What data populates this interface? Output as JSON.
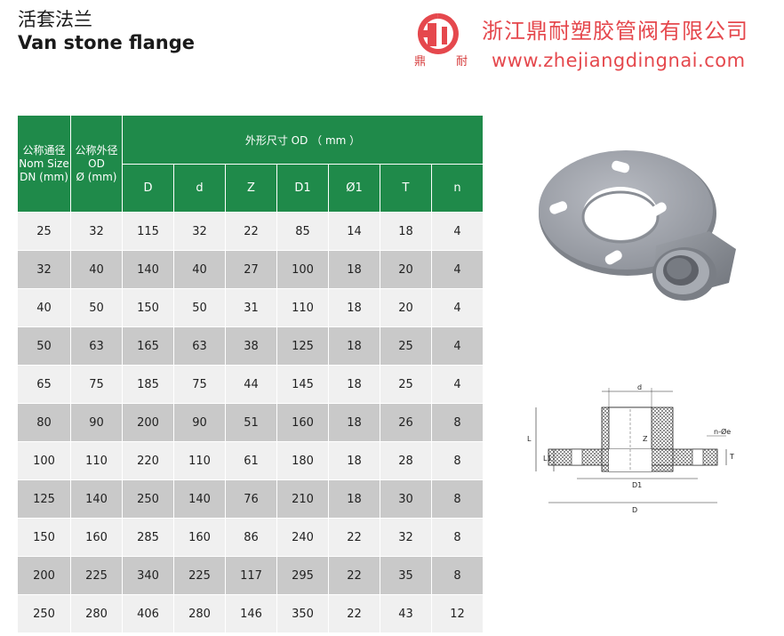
{
  "header": {
    "title_cn": "活套法兰",
    "title_en": "Van stone flange",
    "logo_char_1": "鼎",
    "logo_char_2": "耐",
    "company_cn": "浙江鼎耐塑胶管阀有限公司",
    "company_url": "www.zhejiangdingnai.com",
    "brand_color": "#e5484d"
  },
  "table": {
    "header_color": "#1f8a4a",
    "col1_cn": "公称通径",
    "col1_en_1": "Nom Size",
    "col1_en_2": "DN (mm)",
    "col2_cn": "公称外径",
    "col2_en_1": "OD",
    "col2_en_2": "Ø (mm)",
    "group_label": "外形尺寸 OD （ mm ）",
    "sub_columns": [
      "D",
      "d",
      "Z",
      "D1",
      "Ø1",
      "T",
      "n"
    ],
    "rows": [
      [
        "25",
        "32",
        "115",
        "32",
        "22",
        "85",
        "14",
        "18",
        "4"
      ],
      [
        "32",
        "40",
        "140",
        "40",
        "27",
        "100",
        "18",
        "20",
        "4"
      ],
      [
        "40",
        "50",
        "150",
        "50",
        "31",
        "110",
        "18",
        "20",
        "4"
      ],
      [
        "50",
        "63",
        "165",
        "63",
        "38",
        "125",
        "18",
        "25",
        "4"
      ],
      [
        "65",
        "75",
        "185",
        "75",
        "44",
        "145",
        "18",
        "25",
        "4"
      ],
      [
        "80",
        "90",
        "200",
        "90",
        "51",
        "160",
        "18",
        "26",
        "8"
      ],
      [
        "100",
        "110",
        "220",
        "110",
        "61",
        "180",
        "18",
        "28",
        "8"
      ],
      [
        "125",
        "140",
        "250",
        "140",
        "76",
        "210",
        "18",
        "30",
        "8"
      ],
      [
        "150",
        "160",
        "285",
        "160",
        "86",
        "240",
        "22",
        "32",
        "8"
      ],
      [
        "200",
        "225",
        "340",
        "225",
        "117",
        "295",
        "22",
        "35",
        "8"
      ],
      [
        "250",
        "280",
        "406",
        "280",
        "146",
        "350",
        "22",
        "43",
        "12"
      ]
    ]
  },
  "drawing": {
    "label_d": "d",
    "label_L": "L",
    "label_L1": "L1",
    "label_Z": "Z",
    "label_n_phi_e": "n-Øe",
    "label_T": "T",
    "label_D1": "D1",
    "label_D": "D"
  }
}
